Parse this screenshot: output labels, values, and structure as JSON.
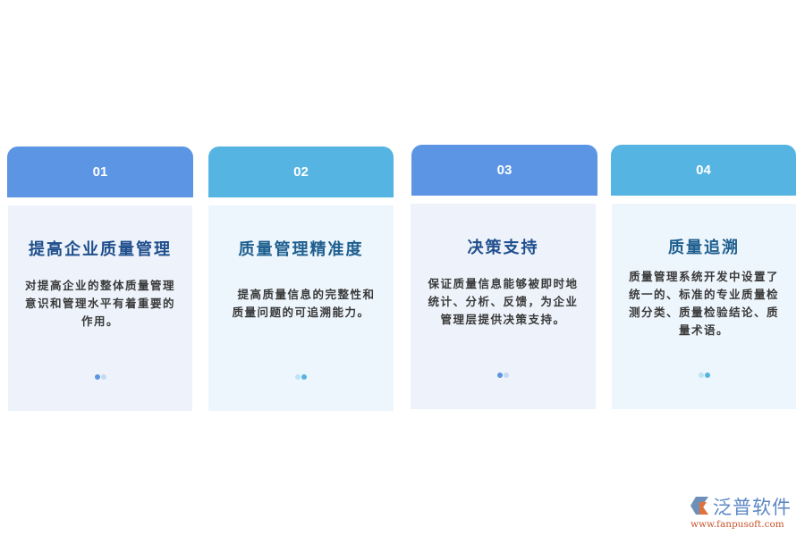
{
  "cards": [
    {
      "number": "01",
      "title": "提高企业质量管理",
      "lines": [
        "对提高企业的整体质量管理",
        "意识和管理水平有着重要的",
        "作用。"
      ],
      "header_color": "#5b95e3",
      "body_color": "#eef3fb",
      "title_color": "#1f4e8c",
      "dots": [
        {
          "color": "#5b95e3"
        },
        {
          "color": "#c5d9f4"
        }
      ]
    },
    {
      "number": "02",
      "title": "质量管理精准度",
      "lines": [
        "提高质量信息的完整性和",
        "质量问题的可追溯能力。"
      ],
      "header_color": "#56b4e2",
      "body_color": "#eef6fd",
      "title_color": "#1e5f8f",
      "dots": [
        {
          "color": "#bfe2f5"
        },
        {
          "color": "#56b4e2"
        }
      ]
    },
    {
      "number": "03",
      "title": "决策支持",
      "lines": [
        "保证质量信息能够被即时地",
        "统计、分析、反馈，为企业",
        "管理层提供决策支持。"
      ],
      "header_color": "#5b95e3",
      "body_color": "#eef3fb",
      "title_color": "#1f4e8c",
      "dots": [
        {
          "color": "#5b95e3"
        },
        {
          "color": "#c5d9f4"
        }
      ]
    },
    {
      "number": "04",
      "title": "质量追溯",
      "lines": [
        "质量管理系统开发中设置了",
        "统一的、标准的专业质量检",
        "测分类、质量检验结论、质",
        "量术语。"
      ],
      "header_color": "#56b4e2",
      "body_color": "#eef6fd",
      "title_color": "#1e5f8f",
      "dots": [
        {
          "color": "#bfe2f5"
        },
        {
          "color": "#56b4e2"
        }
      ]
    }
  ],
  "logo": {
    "name": "泛普软件",
    "url": "www.fanpusoft.com"
  }
}
